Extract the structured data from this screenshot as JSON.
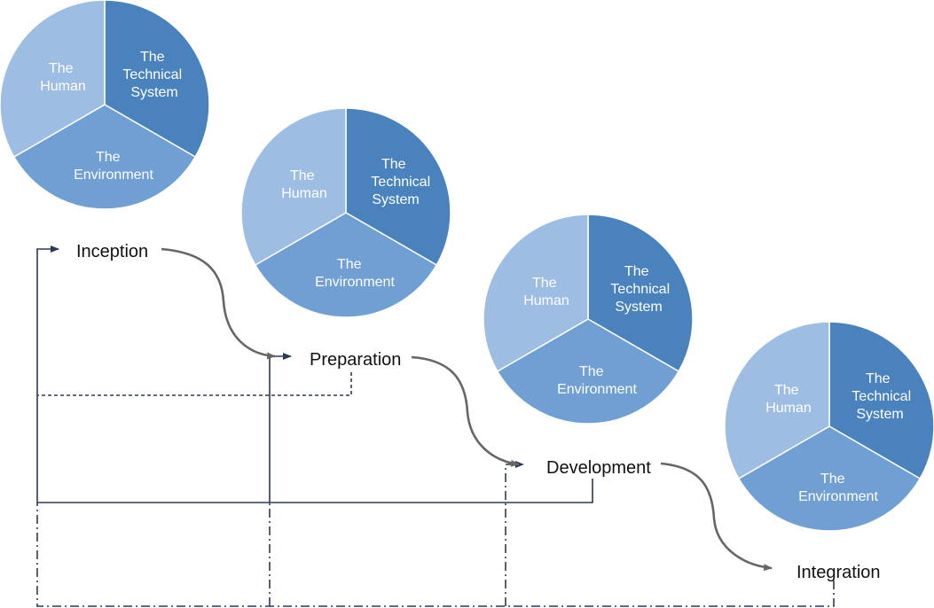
{
  "colors": {
    "human": "#9dbde3",
    "technical": "#4a82bd",
    "environment": "#6f9fd3",
    "flow_arrow": "#666666",
    "feedback_line": "#2b3a55"
  },
  "pies": [
    {
      "human": [
        "The",
        "Human"
      ],
      "technical": [
        "The",
        "Technical",
        "System"
      ],
      "environment": [
        "The",
        "Environment"
      ]
    },
    {
      "human": [
        "The",
        "Human"
      ],
      "technical": [
        "The",
        "Technical",
        "System"
      ],
      "environment": [
        "The",
        "Environment"
      ]
    },
    {
      "human": [
        "The",
        "Human"
      ],
      "technical": [
        "The",
        "Technical",
        "System"
      ],
      "environment": [
        "The",
        "Environment"
      ]
    },
    {
      "human": [
        "The",
        "Human"
      ],
      "technical": [
        "The",
        "Technical",
        "System"
      ],
      "environment": [
        "The",
        "Environment"
      ]
    }
  ],
  "stages": [
    {
      "label": "Inception"
    },
    {
      "label": "Preparation"
    },
    {
      "label": "Development"
    },
    {
      "label": "Integration"
    }
  ]
}
